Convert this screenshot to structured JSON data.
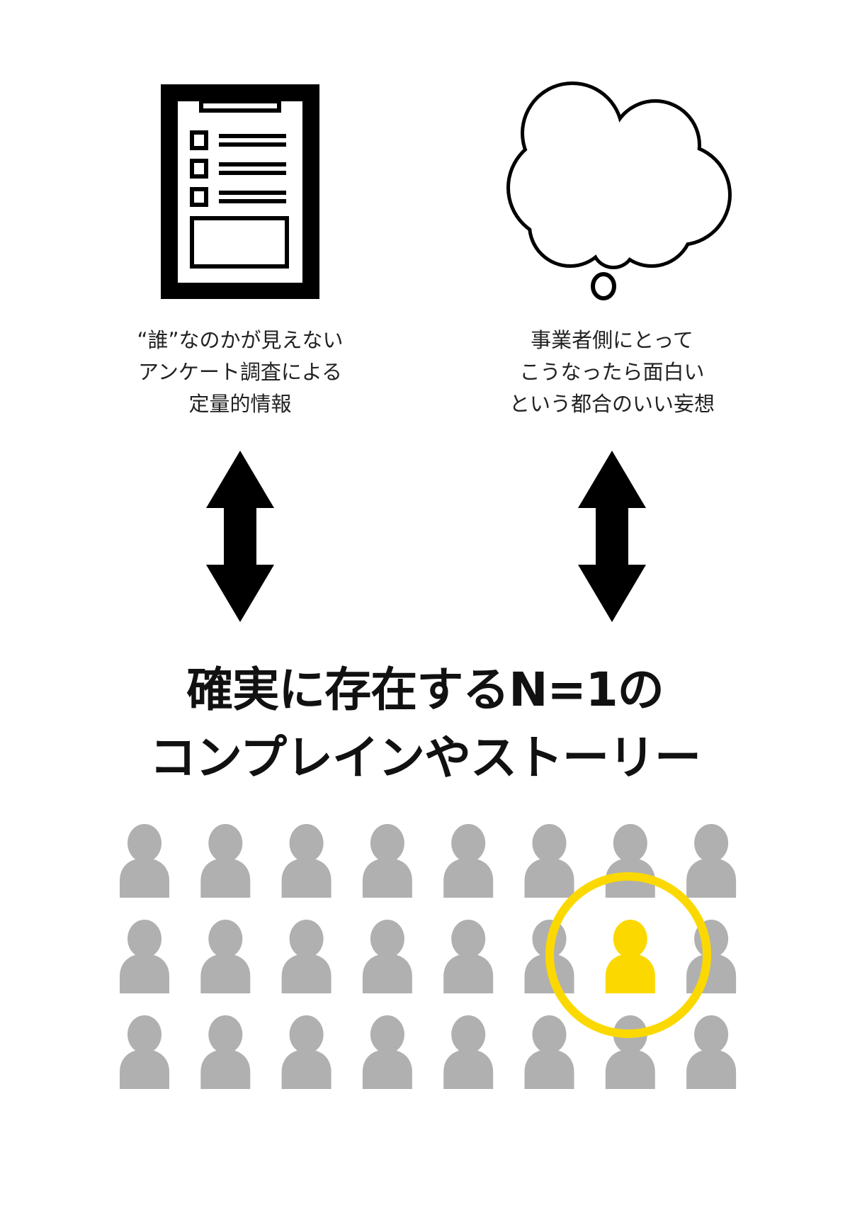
{
  "left_caption": {
    "lines": [
      "“誰”なのかが見えない",
      "アンケート調査による",
      "定量的情報"
    ]
  },
  "right_caption": {
    "lines": [
      "事業者側にとって",
      "こうなったら面白い",
      "という都合のいい妄想"
    ]
  },
  "headline": {
    "lines": [
      "確実に存在するN=1の",
      "コンプレインやストーリー"
    ]
  },
  "people_grid": {
    "rows": 3,
    "cols": 8,
    "highlighted": {
      "row": 2,
      "col": 7
    }
  },
  "colors": {
    "person": "#b0b0b0",
    "highlight": "#fbd900",
    "ink": "#000000"
  }
}
